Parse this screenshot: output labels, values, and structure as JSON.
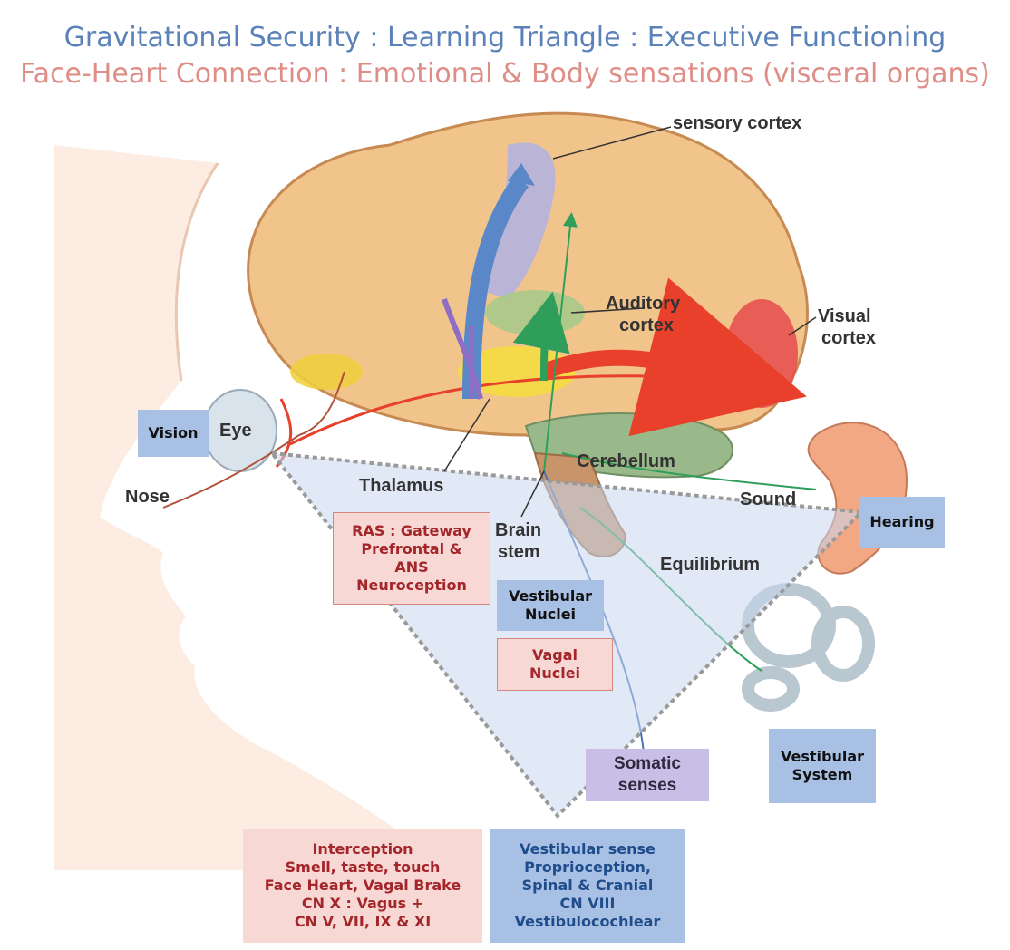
{
  "title": {
    "line1": "Gravitational Security  : Learning Triangle : Executive Functioning",
    "line2": "Face-Heart Connection : Emotional &  Body sensations (visceral organs)"
  },
  "anatomy_labels": {
    "sensory_cortex": "sensory cortex",
    "auditory": "Auditory",
    "auditory_cortex": "cortex",
    "visual": "Visual",
    "visual_cortex": "cortex",
    "eye": "Eye",
    "nose": "Nose",
    "thalamus": "Thalamus",
    "cerebellum": "Cerebellum",
    "sound": "Sound",
    "brain": "Brain",
    "stem": "stem",
    "equilibrium": "Equilibrium",
    "somatic": "Somatic",
    "senses": "senses"
  },
  "boxes": {
    "vision": "Vision",
    "hearing": "Hearing",
    "ras": [
      "RAS : Gateway",
      "Prefrontal &",
      "ANS",
      "Neuroception"
    ],
    "vestibular_nuclei": [
      "Vestibular",
      "Nuclei"
    ],
    "vagal_nuclei": [
      "Vagal",
      "Nuclei"
    ],
    "vestibular_system": [
      "Vestibular",
      "System"
    ],
    "interception": [
      "Interception",
      "Smell, taste, touch",
      "Face Heart, Vagal Brake",
      "CN X : Vagus +",
      "CN V, VII, IX & XI"
    ],
    "vestibular_sense": [
      "Vestibular sense",
      "Proprioception,",
      "Spinal & Cranial",
      "CN VIII",
      "Vestibulocochlear"
    ]
  }
}
